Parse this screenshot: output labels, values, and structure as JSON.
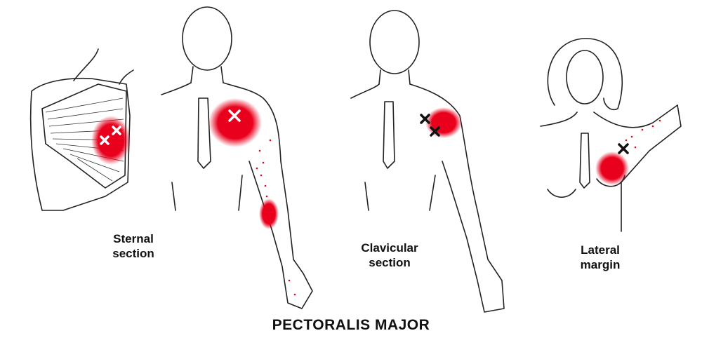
{
  "title": "PECTORALIS MAJOR",
  "figures": [
    {
      "label_line1": "Sternal",
      "label_line2": "section"
    },
    {
      "label_line1": "Clavicular",
      "label_line2": "section"
    },
    {
      "label_line1": "Lateral",
      "label_line2": "margin"
    }
  ],
  "colors": {
    "referred_pain": "#e8001c",
    "trigger_point_dark": "#111111",
    "trigger_point_light": "#ffffff"
  }
}
